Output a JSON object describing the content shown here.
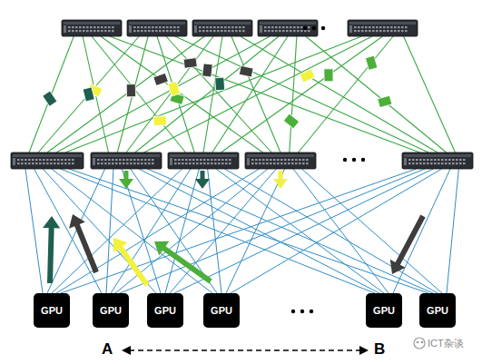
{
  "diagram": {
    "nodes": [
      {
        "text": [
          "GPU"
        ]
      },
      {
        "text": [
          "GPU"
        ]
      },
      {
        "text": [
          "GPU"
        ]
      },
      {
        "text": [
          "GPU"
        ]
      },
      {
        "text": [
          "GPU"
        ]
      },
      {
        "text": [
          "GPU"
        ]
      }
    ],
    "labels": [
      "A",
      "B",
      "ICT杂谈"
    ]
  }
}
